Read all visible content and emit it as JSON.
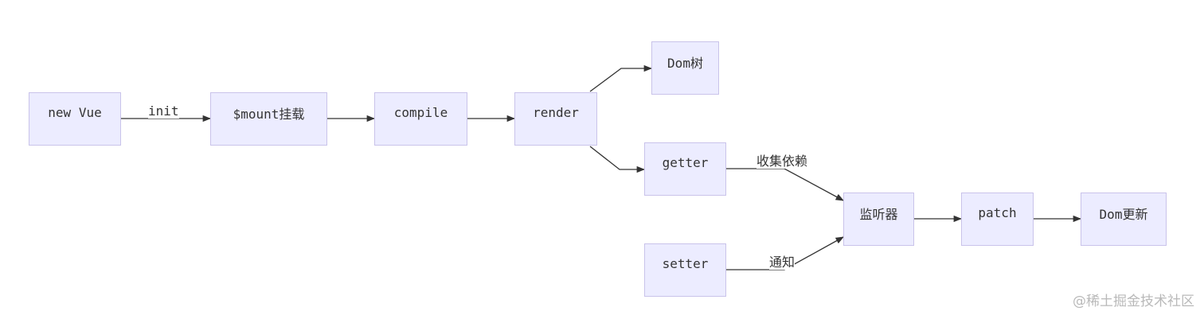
{
  "nodes": {
    "new_vue": "new Vue",
    "mount": "$mount挂载",
    "compile": "compile",
    "render": "render",
    "dom_tree": "Dom树",
    "getter": "getter",
    "setter": "setter",
    "watcher": "监听器",
    "patch": "patch",
    "dom_update": "Dom更新"
  },
  "edge_labels": {
    "init": "init",
    "collect": "收集依赖",
    "notify": "通知"
  },
  "watermark": "@稀土掘金技术社区",
  "colors": {
    "node_fill": "#ececff",
    "node_border": "#c9c3ea",
    "edge": "#333333",
    "text": "#333333"
  }
}
